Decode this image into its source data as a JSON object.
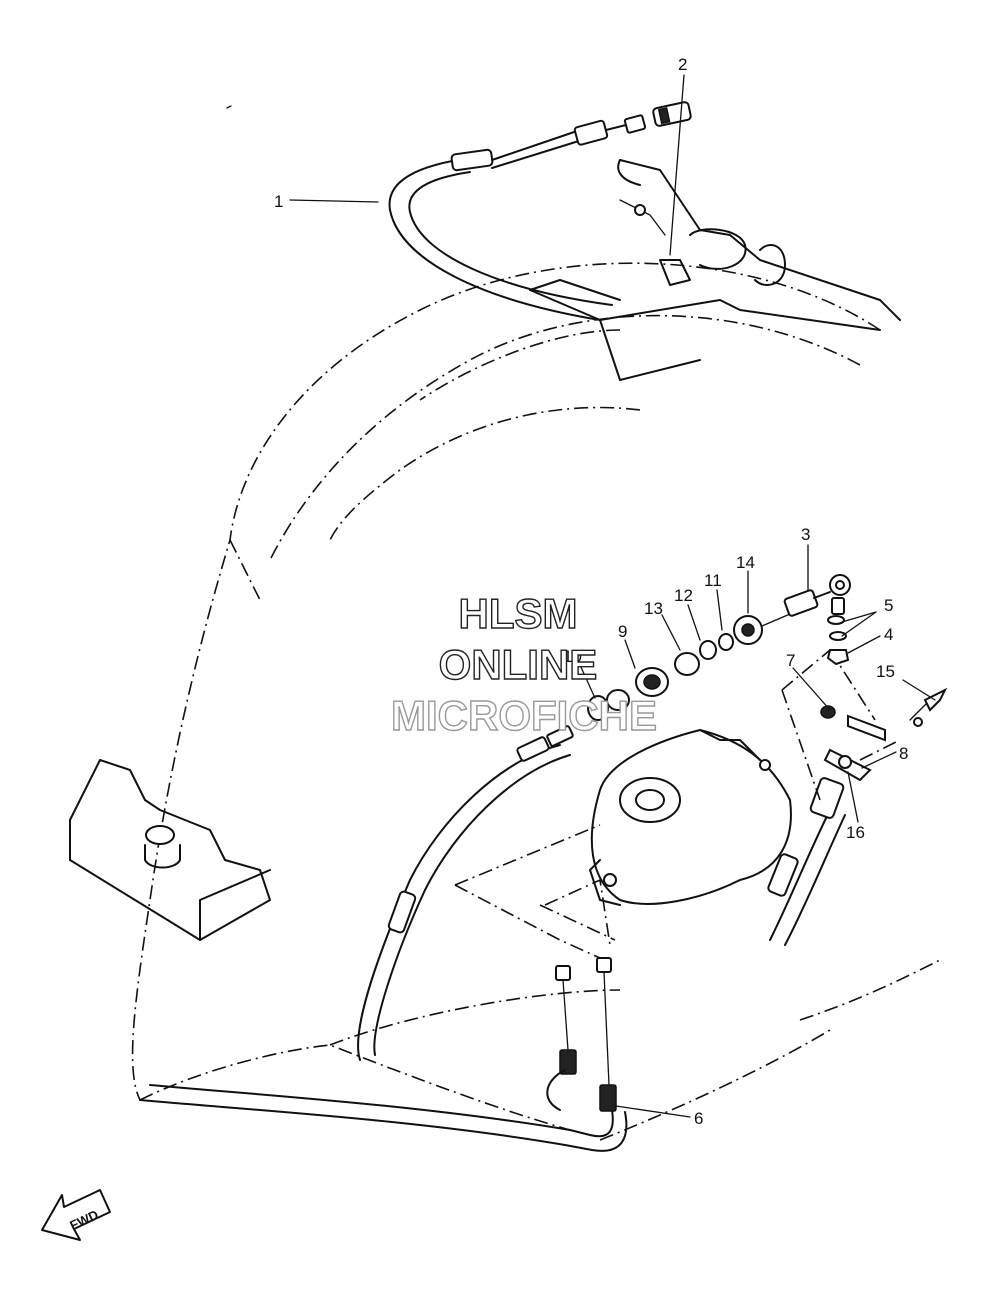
{
  "callouts": [
    {
      "id": "1",
      "label": "1"
    },
    {
      "id": "2",
      "label": "2"
    },
    {
      "id": "3",
      "label": "3"
    },
    {
      "id": "4",
      "label": "4"
    },
    {
      "id": "5",
      "label": "5"
    },
    {
      "id": "6",
      "label": "6"
    },
    {
      "id": "7",
      "label": "7"
    },
    {
      "id": "8",
      "label": "8"
    },
    {
      "id": "9",
      "label": "9"
    },
    {
      "id": "10",
      "label": "10"
    },
    {
      "id": "11",
      "label": "11"
    },
    {
      "id": "12",
      "label": "12"
    },
    {
      "id": "13",
      "label": "13"
    },
    {
      "id": "14",
      "label": "14"
    },
    {
      "id": "15",
      "label": "15"
    },
    {
      "id": "16",
      "label": "16"
    }
  ],
  "direction_marker": {
    "label": "FWD"
  },
  "watermark": {
    "line1": "HLSM",
    "line2": "ONLINE",
    "line3": "MICROFICHE"
  }
}
